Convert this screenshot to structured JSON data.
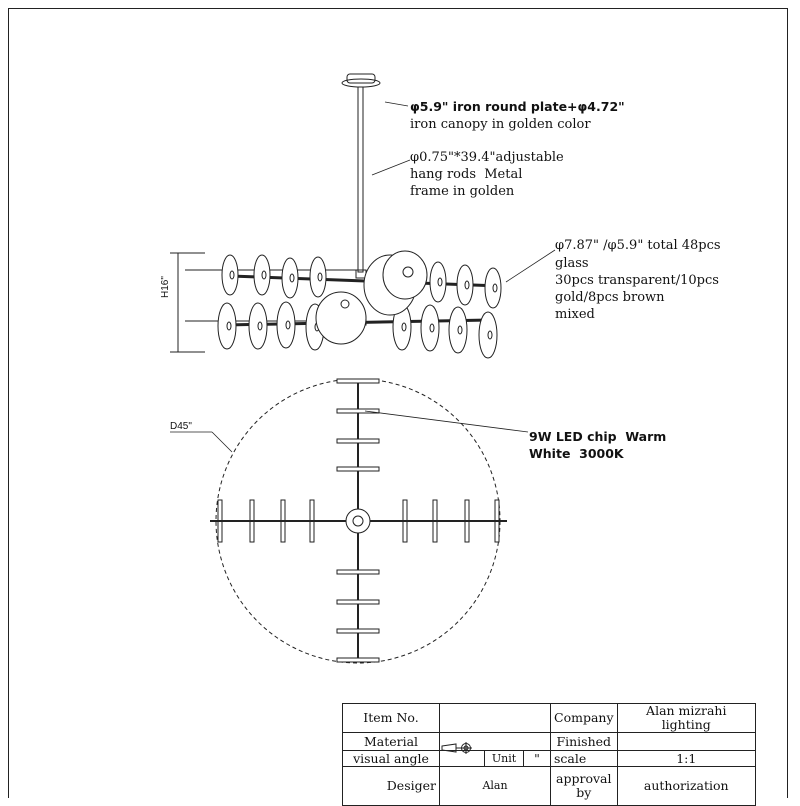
{
  "notes": {
    "canopy_line1": "φ5.9\" iron round plate+φ4.72\"",
    "canopy_line2": "iron canopy in golden color",
    "rod_line1": "φ0.75\"*39.4\"adjustable",
    "rod_line2": "hang rods  Metal",
    "rod_line3": "frame in golden",
    "glass_line1": "φ7.87\" /φ5.9\" total 48pcs",
    "glass_line2": "glass",
    "glass_line3": "30pcs transparent/10pcs",
    "glass_line4": "gold/8pcs brown",
    "glass_line5": "mixed",
    "led_line1": "9W LED chip  Warm",
    "led_line2": "White  3000K"
  },
  "dimensions": {
    "height": "H16\"",
    "diameter": "D45\""
  },
  "title_block": {
    "item_no_label": "Item No.",
    "item_no_value": "",
    "company_label": "Company",
    "company_value": "Alan mizrahi lighting",
    "material_label": "Material",
    "material_value": "",
    "finished_label": "Finished",
    "finished_value": "",
    "visual_angle_label": "visual angle",
    "unit_label": "Unit",
    "unit_value": "\"",
    "scale_label": "scale",
    "scale_value": "1:1",
    "designer_label": "Desiger",
    "designer_value": "Alan",
    "approval_label": "approval by",
    "authorization_label": "authorization"
  }
}
